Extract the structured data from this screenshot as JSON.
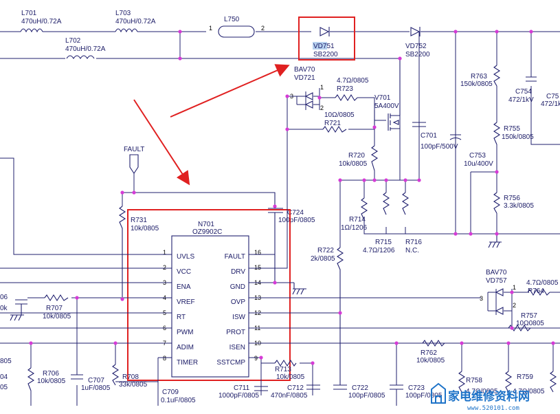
{
  "components": {
    "L701": {
      "ref": "L701",
      "value": "470uH/0.72A"
    },
    "L703": {
      "ref": "L703",
      "value": "470uH/0.72A"
    },
    "L702": {
      "ref": "L702",
      "value": "470uH/0.72A"
    },
    "L750": {
      "ref": "L750",
      "pin1": "1",
      "pin2": "2"
    },
    "VD751": {
      "ref": "VD751",
      "value": "SB2200"
    },
    "VD752": {
      "ref": "VD752",
      "value": "SB2200"
    },
    "VD721": {
      "ref": "VD721",
      "value": "BAV70",
      "pin3": "3",
      "pin1": "1",
      "pin2": "2"
    },
    "R723": {
      "ref": "R723",
      "value": "4.7Ω/0805"
    },
    "R721": {
      "ref": "R721",
      "value": "10Ω/0805"
    },
    "V701": {
      "ref": "V701",
      "value": "5A400V"
    },
    "C701": {
      "ref": "C701",
      "value": "100pF/500V"
    },
    "R720": {
      "ref": "R720",
      "value": "10k/0805"
    },
    "R763": {
      "ref": "R763",
      "value": "150k/0805"
    },
    "C754": {
      "ref": "C754",
      "value": "472/1kV"
    },
    "C755": {
      "ref": "C75",
      "value": "472/1k"
    },
    "R755": {
      "ref": "R755",
      "value": "150k/0805"
    },
    "C753": {
      "ref": "C753",
      "value": "10u/400V"
    },
    "R756": {
      "ref": "R756",
      "value": "3.3k/0805"
    },
    "R714": {
      "ref": "R714",
      "value": "1Ω/1206"
    },
    "R715": {
      "ref": "R715",
      "value": "4.7Ω/1206"
    },
    "R716": {
      "ref": "R716",
      "value": "N.C."
    },
    "R722": {
      "ref": "R722",
      "value": "2k/0805"
    },
    "R731": {
      "ref": "R731",
      "value": "10k/0805"
    },
    "C724": {
      "ref": "C724",
      "value": "100pF/0805"
    },
    "R707": {
      "ref": "R707",
      "value": "10k/0805"
    },
    "R706": {
      "ref": "R706",
      "value": "10k/0805"
    },
    "C707": {
      "ref": "C707",
      "value": "1uF/0805"
    },
    "R708": {
      "ref": "R708",
      "value": "33k/0805"
    },
    "C709": {
      "ref": "C709",
      "value": "0.1uF/0805"
    },
    "C711": {
      "ref": "C711",
      "value": "1000pF/0805"
    },
    "R713": {
      "ref": "R713",
      "value": "10k/0805"
    },
    "C712": {
      "ref": "C712",
      "value": "470nF/0805"
    },
    "C722": {
      "ref": "C722",
      "value": "100pF/0805"
    },
    "C723": {
      "ref": "C723",
      "value": "100pF/0805"
    },
    "R762": {
      "ref": "R762",
      "value": "10k/0805"
    },
    "R758": {
      "ref": "R758",
      "value": "4.7Ω/0805"
    },
    "R759": {
      "ref": "R759",
      "value": "4.7Ω/0805"
    },
    "VD757": {
      "ref": "VD757",
      "value": "BAV70",
      "pin3": "3",
      "pin1": "1",
      "pin2": "2"
    },
    "R764": {
      "ref": "R764",
      "value": "4.7Ω/0805"
    },
    "R757": {
      "ref": "R757",
      "value": "10Ω0805"
    },
    "edge_refs": {
      "c706": "06",
      "c706v": "0k",
      "r_a": "805",
      "r_b": "04",
      "r_c": "05"
    }
  },
  "labels": {
    "fault_net": "FAULT"
  },
  "ic": {
    "ref": "N701",
    "part": "OZ9902C",
    "pins_left": [
      {
        "num": "1",
        "name": "UVLS"
      },
      {
        "num": "2",
        "name": "VCC"
      },
      {
        "num": "3",
        "name": "ENA"
      },
      {
        "num": "4",
        "name": "VREF"
      },
      {
        "num": "5",
        "name": "RT"
      },
      {
        "num": "6",
        "name": "PWM"
      },
      {
        "num": "7",
        "name": "ADIM"
      },
      {
        "num": "8",
        "name": "TIMER"
      }
    ],
    "pins_right": [
      {
        "num": "16",
        "name": "FAULT"
      },
      {
        "num": "15",
        "name": "DRV"
      },
      {
        "num": "14",
        "name": "GND"
      },
      {
        "num": "13",
        "name": "OVP"
      },
      {
        "num": "12",
        "name": "ISW"
      },
      {
        "num": "11",
        "name": "PROT"
      },
      {
        "num": "10",
        "name": "ISEN"
      },
      {
        "num": "9",
        "name": "SSTCMP"
      }
    ]
  },
  "watermark": {
    "text": "家电维修资料网",
    "url": "www.520101.com"
  },
  "colors": {
    "highlight_box": "#e02020",
    "arrow": "#e02020",
    "wire": "#1f1f6e",
    "node": "#d63bd6",
    "selection": "#b6d0ee",
    "watermark": "#1e73c8"
  }
}
